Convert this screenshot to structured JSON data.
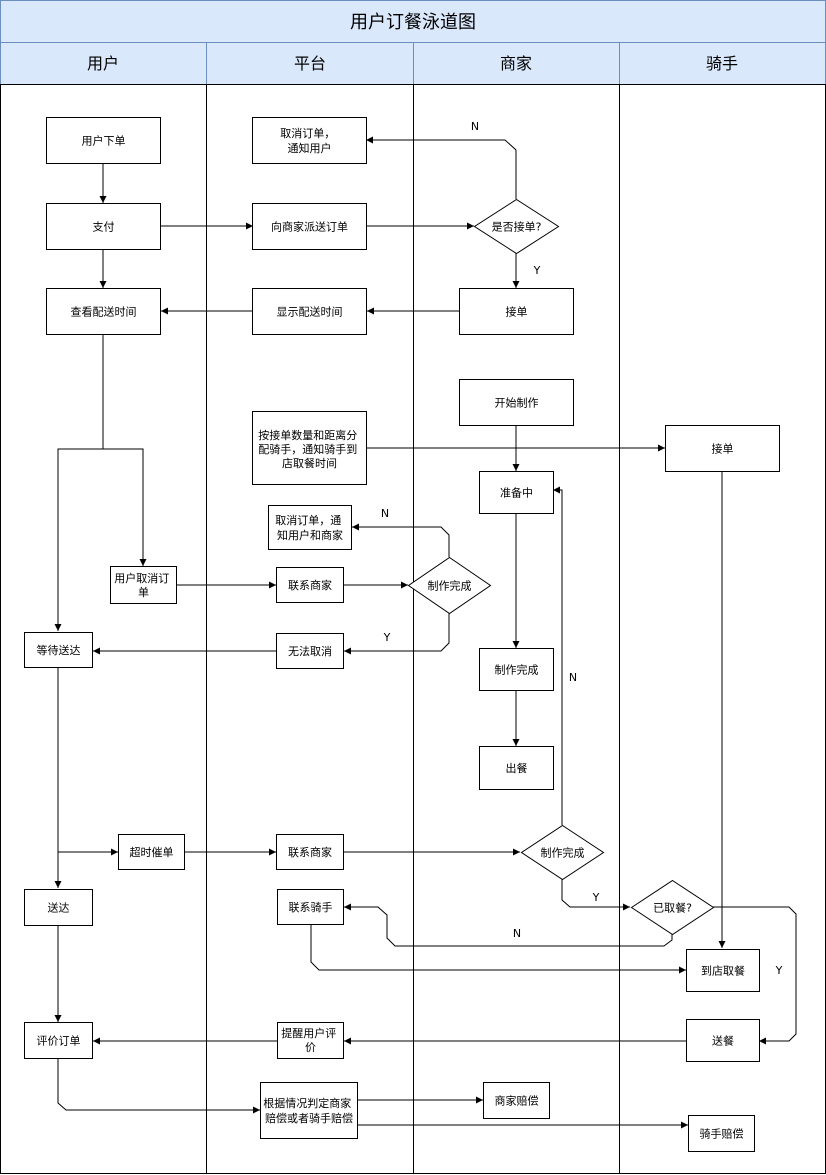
{
  "title": "用户订餐泳道图",
  "lanes": [
    "用户",
    "平台",
    "商家",
    "骑手"
  ],
  "nodes": {
    "user_order": [
      "用户下单"
    ],
    "pay": [
      "支付"
    ],
    "view_time": [
      "查看配送时间"
    ],
    "user_cancel": [
      "用户取消订",
      "单"
    ],
    "wait": [
      "等待送达"
    ],
    "urge": [
      "超时催单"
    ],
    "delivered": [
      "送达"
    ],
    "review": [
      "评价订单"
    ],
    "cancel_notify_user": [
      "取消订单，",
      "通知用户"
    ],
    "dispatch": [
      "向商家派送订单"
    ],
    "show_time": [
      "显示配送时间"
    ],
    "assign_rider": [
      "按接单数量和距离分",
      "配骑手，通知骑手到",
      "店取餐时间"
    ],
    "cancel_notify_both": [
      "取消订单，通",
      "知用户和商家"
    ],
    "contact_merchant_1": [
      "联系商家"
    ],
    "cannot_cancel": [
      "无法取消"
    ],
    "contact_merchant_2": [
      "联系商家"
    ],
    "contact_rider": [
      "联系骑手"
    ],
    "remind_review": [
      "提醒用户评",
      "价"
    ],
    "decide_comp": [
      "根据情况判定商家",
      "赔偿或者骑手赔偿"
    ],
    "accept_q": [
      "是否接单?"
    ],
    "merchant_accept": [
      "接单"
    ],
    "start_make": [
      "开始制作"
    ],
    "preparing": [
      "准备中"
    ],
    "made_q1": [
      "制作完成"
    ],
    "made": [
      "制作完成"
    ],
    "serve": [
      "出餐"
    ],
    "made_q2": [
      "制作完成"
    ],
    "merchant_comp": [
      "商家赔偿"
    ],
    "rider_accept": [
      "接单"
    ],
    "picked_q": [
      "已取餐?"
    ],
    "to_store": [
      "到店取餐"
    ],
    "deliver": [
      "送餐"
    ],
    "rider_comp": [
      "骑手赔偿"
    ]
  },
  "edge_labels": {
    "accept_n": "N",
    "accept_y": "Y",
    "made1_n": "N",
    "made1_y": "Y",
    "made2_n": "N",
    "made2_y": "Y",
    "picked_n": "N",
    "picked_y": "Y"
  },
  "colors": {
    "header_fill": "#dae8fc",
    "header_stroke": "#6c8ebf"
  }
}
